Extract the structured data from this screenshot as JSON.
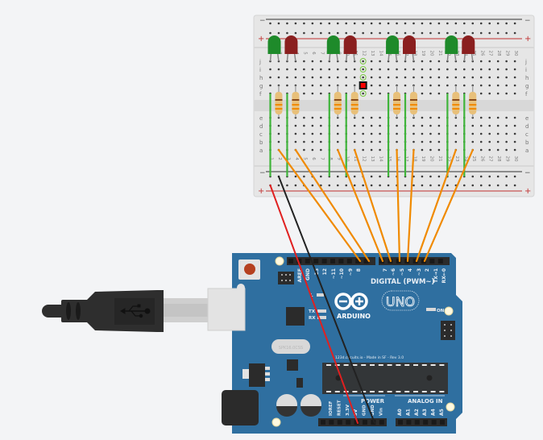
{
  "canvas": {
    "background": "#f3f4f6"
  },
  "breadboard": {
    "rail_minus": "−",
    "rail_plus": "+",
    "row_labels_top": [
      "j",
      "i",
      "h",
      "g",
      "f"
    ],
    "row_labels_bottom": [
      "e",
      "d",
      "c",
      "b",
      "a"
    ],
    "column_count": 30,
    "column_labels": [
      "1",
      "2",
      "3",
      "4",
      "5",
      "6",
      "7",
      "8",
      "9",
      "10",
      "11",
      "12",
      "13",
      "14",
      "15",
      "16",
      "17",
      "18",
      "19",
      "20",
      "21",
      "22",
      "23",
      "24",
      "25",
      "26",
      "27",
      "28",
      "29",
      "30"
    ],
    "leds": [
      {
        "color": "green",
        "hex": "#1e8a2a",
        "column": 1
      },
      {
        "color": "red",
        "hex": "#8a1f1f",
        "column": 3
      },
      {
        "color": "green",
        "hex": "#1e8a2a",
        "column": 8
      },
      {
        "color": "red",
        "hex": "#8a1f1f",
        "column": 10
      },
      {
        "color": "green",
        "hex": "#1e8a2a",
        "column": 15
      },
      {
        "color": "red",
        "hex": "#8a1f1f",
        "column": 17
      },
      {
        "color": "green",
        "hex": "#1e8a2a",
        "column": 22
      },
      {
        "color": "red",
        "hex": "#8a1f1f",
        "column": 24
      }
    ],
    "resistor_columns": [
      2,
      4,
      9,
      11,
      16,
      18,
      23,
      25
    ],
    "jumper_columns_green": [
      1,
      3,
      8,
      10,
      15,
      17,
      22,
      24
    ],
    "highlighted_column": 12,
    "highlight_color": "#7ac943",
    "marker_color": "#ff0000"
  },
  "wires": {
    "orange_hex": "#f08a00",
    "red_hex": "#e02020",
    "black_hex": "#222222",
    "connections": [
      {
        "from_column": 2,
        "to_pin": "9"
      },
      {
        "from_column": 4,
        "to_pin": "8"
      },
      {
        "from_column": 9,
        "to_pin": "7"
      },
      {
        "from_column": 11,
        "to_pin": "6"
      },
      {
        "from_column": 16,
        "to_pin": "5"
      },
      {
        "from_column": 18,
        "to_pin": "4"
      },
      {
        "from_column": 23,
        "to_pin": "3"
      },
      {
        "from_column": 25,
        "to_pin": "2"
      }
    ],
    "power": {
      "red": "5V",
      "black": "GND"
    }
  },
  "arduino": {
    "board_hex": "#2f6fa0",
    "logo_text": "ARDUINO",
    "model_text": "UNO",
    "digital_label": "DIGITAL (PWM~)",
    "digital_pins": [
      "AREF",
      "GND",
      "13",
      "12",
      "~11",
      "~10",
      "~9",
      "8",
      "7",
      "~6",
      "~5",
      "4",
      "~3",
      "2",
      "TX→1",
      "RX←0"
    ],
    "power_label": "POWER",
    "power_pins": [
      "IOREF",
      "RESET",
      "3.3V",
      "5V",
      "GND",
      "GND",
      "Vin"
    ],
    "analog_label": "ANALOG IN",
    "analog_pins": [
      "A0",
      "A1",
      "A2",
      "A3",
      "A4",
      "A5"
    ],
    "led_labels": {
      "l": "L",
      "tx": "TX",
      "rx": "RX",
      "on": "ON"
    },
    "credit": "123d.circuits.io - Made in SF - Rev 3.0",
    "crystal_text": "SPK16.0CSS"
  },
  "usb": {
    "icon": "usb-icon"
  }
}
